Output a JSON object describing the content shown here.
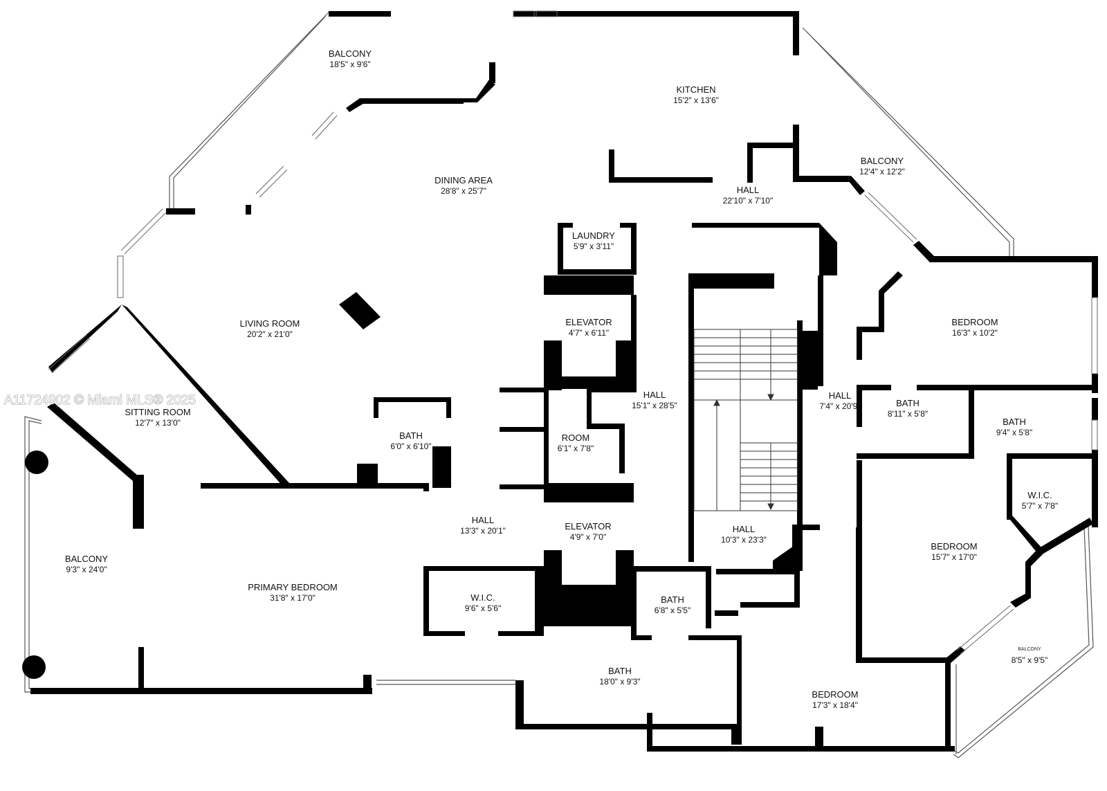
{
  "watermark": "A11724902 © Miami MLS® 2025",
  "rooms": {
    "balcony_top": {
      "name": "BALCONY",
      "dim": "18'5\" x 9'6\""
    },
    "kitchen": {
      "name": "KITCHEN",
      "dim": "15'2\" x 13'6\""
    },
    "balcony_right": {
      "name": "BALCONY",
      "dim": "12'4\" x 12'2\""
    },
    "dining": {
      "name": "DINING AREA",
      "dim": "28'8\" x 25'7\""
    },
    "hall_top": {
      "name": "HALL",
      "dim": "22'10\" x 7'10\""
    },
    "laundry": {
      "name": "LAUNDRY",
      "dim": "5'9\" x 3'11\""
    },
    "living": {
      "name": "LIVING ROOM",
      "dim": "20'2\" x 21'0\""
    },
    "elevator_upper": {
      "name": "ELEVATOR",
      "dim": "4'7\" x 6'11\""
    },
    "bedroom_ne": {
      "name": "BEDROOM",
      "dim": "16'3\" x 10'2\""
    },
    "sitting": {
      "name": "SITTING ROOM",
      "dim": "12'7\" x 13'0\""
    },
    "hall_center": {
      "name": "HALL",
      "dim": "15'1\" x 28'5\""
    },
    "hall_right": {
      "name": "HALL",
      "dim": "7'4\" x 20'9\""
    },
    "bath_ne": {
      "name": "BATH",
      "dim": "8'11\" x 5'8\""
    },
    "bath_e": {
      "name": "BATH",
      "dim": "9'4\" x 5'8\""
    },
    "bath_small": {
      "name": "BATH",
      "dim": "6'0\" x 6'10\""
    },
    "room": {
      "name": "ROOM",
      "dim": "6'1\" x 7'8\""
    },
    "wic_e": {
      "name": "W.I.C.",
      "dim": "5'7\" x 7'8\""
    },
    "hall_lower": {
      "name": "HALL",
      "dim": "13'3\" x 20'1\""
    },
    "elevator_lower": {
      "name": "ELEVATOR",
      "dim": "4'9\" x 7'0\""
    },
    "hall_stair": {
      "name": "HALL",
      "dim": "10'3\" x 23'3\""
    },
    "bedroom_e": {
      "name": "BEDROOM",
      "dim": "15'7\" x 17'0\""
    },
    "balcony_left": {
      "name": "BALCONY",
      "dim": "9'3\" x 24'0\""
    },
    "primary": {
      "name": "PRIMARY BEDROOM",
      "dim": "31'8\" x 17'0\""
    },
    "wic_primary": {
      "name": "W.I.C.",
      "dim": "9'6\" x 5'6\""
    },
    "bath_mid": {
      "name": "BATH",
      "dim": "6'8\" x 5'5\""
    },
    "balcony_se": {
      "name": "BALCONY",
      "dim": "8'5\" x 9'5\""
    },
    "bath_primary": {
      "name": "BATH",
      "dim": "18'0\" x 9'3\""
    },
    "bedroom_se": {
      "name": "BEDROOM",
      "dim": "17'3\" x 18'4\""
    }
  }
}
